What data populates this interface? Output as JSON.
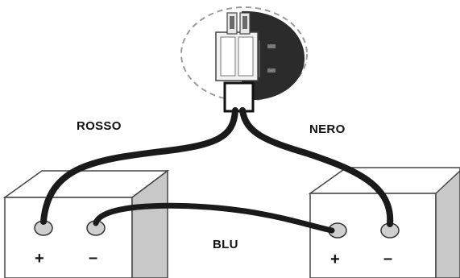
{
  "labels": {
    "red_wire": "ROSSO",
    "black_wire": "NERO",
    "blue_wire": "BLU"
  },
  "terminals": {
    "positive": "+",
    "negative": "–"
  },
  "colors": {
    "wire": "#1a1a1a",
    "battery_side": "#c8c8c8",
    "terminal_fill": "#cfcfcf",
    "connector_board": "#2a2a2a"
  },
  "icons": {
    "connector": "plug-connector-icon",
    "battery": "battery-block-icon"
  }
}
